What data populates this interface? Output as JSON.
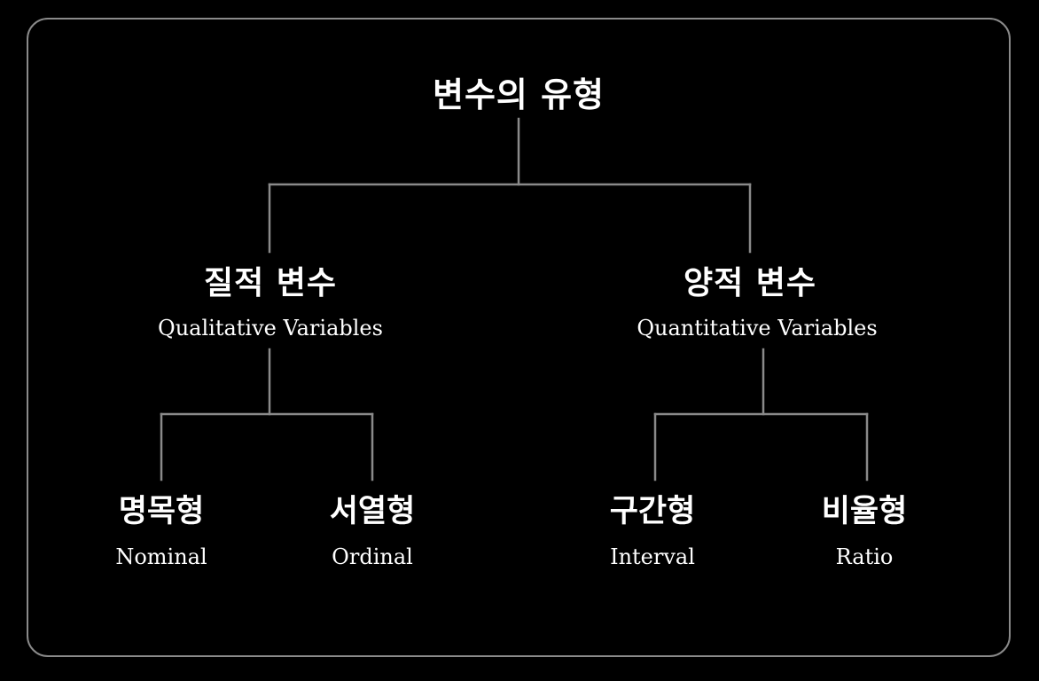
{
  "root": {
    "title": "변수의 유형"
  },
  "categories": [
    {
      "title": "질적 변수",
      "subtitle": "Qualitative Variables",
      "children": [
        {
          "title": "명목형",
          "subtitle": "Nominal"
        },
        {
          "title": "서열형",
          "subtitle": "Ordinal"
        }
      ]
    },
    {
      "title": "양적 변수",
      "subtitle": "Quantitative Variables",
      "children": [
        {
          "title": "구간형",
          "subtitle": "Interval"
        },
        {
          "title": "비율형",
          "subtitle": "Ratio"
        }
      ]
    }
  ],
  "colors": {
    "background": "#000000",
    "text": "#ffffff",
    "line": "#8a8a8a"
  }
}
